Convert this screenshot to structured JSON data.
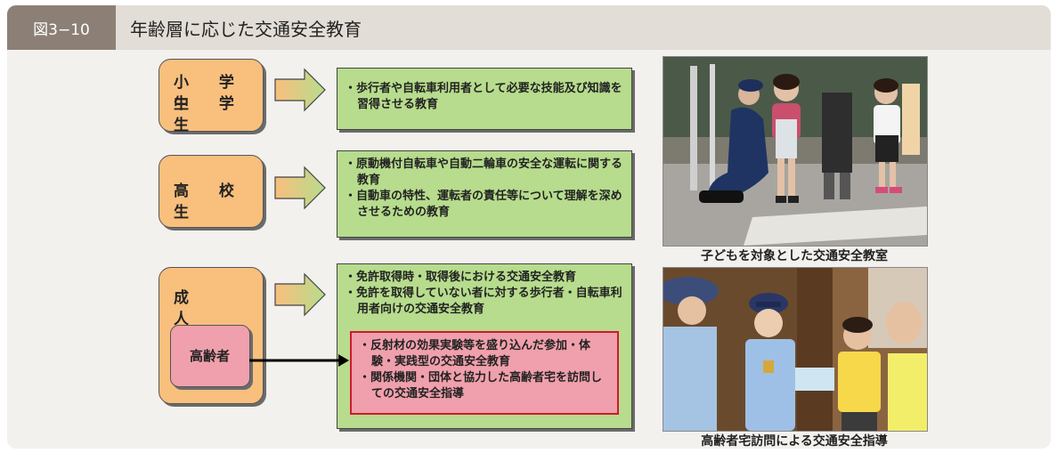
{
  "figure": {
    "label": "図3−10",
    "title": "年齢層に応じた交通安全教育"
  },
  "groups": [
    {
      "age_label_lines": [
        "小 学 生",
        "中 学 生"
      ],
      "items": [
        "・歩行者や自転車利用者として必要な技能及び知識を習得させる教育"
      ]
    },
    {
      "age_label_lines": [
        "高 校 生"
      ],
      "items": [
        "・原動機付自転車や自動二輪車の安全な運転に関する教育",
        "・自動車の特性、運転者の責任等について理解を深めさせるための教育"
      ]
    },
    {
      "age_label_lines": [
        "成　　人"
      ],
      "items": [
        "・免許取得時・取得後における交通安全教育",
        "・免許を取得していない者に対する歩行者・自転車利用者向けの交通安全教育"
      ]
    }
  ],
  "elderly": {
    "label": "高齢者",
    "items": [
      "・反射材の効果実験等を盛り込んだ参加・体験・実践型の交通安全教育",
      "・関係機関・団体と協力した高齢者宅を訪問しての交通安全指導"
    ]
  },
  "photos": [
    {
      "caption": "子どもを対象とした交通安全教室"
    },
    {
      "caption": "高齢者宅訪問による交通安全指導"
    }
  ],
  "colors": {
    "age_box": "#f8bf7d",
    "desc_box": "#b7dc8d",
    "elderly_box": "#f0a0ac",
    "elderly_border": "#d01830",
    "header_label": "#8c8076"
  }
}
